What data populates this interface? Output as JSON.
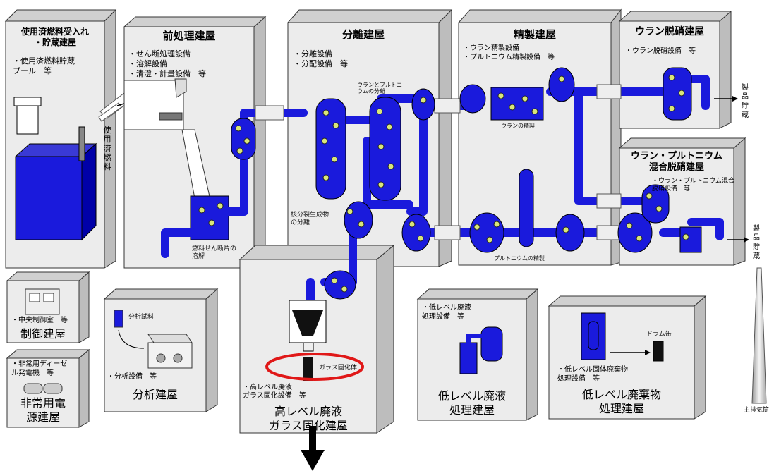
{
  "buildings": {
    "receiving": {
      "title": "使用済燃料受入れ\n・貯蔵建屋",
      "items": "・使用済燃料貯蔵\n  プール　等"
    },
    "headend": {
      "title": "前処理建屋",
      "items": "・せん断処理設備\n・溶解設備\n・清澄・計量設備　等"
    },
    "separation": {
      "title": "分離建屋",
      "items": "・分離設備\n・分配設備　等"
    },
    "purification": {
      "title": "精製建屋",
      "items": "・ウラン精製設備\n・プルトニウム精製設備　等"
    },
    "uranium_denitration": {
      "title": "ウラン脱硝建屋",
      "items": "・ウラン脱硝設備　等"
    },
    "mox_denitration": {
      "title": "ウラン・プルトニウム\n混合脱硝建屋",
      "items": "・ウラン・プルトニウム混合\n  脱硝設備　等"
    },
    "control": {
      "title": "制御建屋",
      "items": "・中央制御室　等"
    },
    "emergency_power": {
      "title": "非常用電\n源建屋",
      "items": "・非常用ディーゼ\n  ル発電機　等"
    },
    "analysis": {
      "title": "分析建屋",
      "items": "・分析設備　等",
      "sample": "分析試料"
    },
    "hlw_vitrification": {
      "title": "高レベル廃液\nガラス固化建屋",
      "items": "・高レベル廃液\n  ガラス固化設備　等"
    },
    "llw_liquid": {
      "title": "低レベル廃液\n処理建屋",
      "items": "・低レベル廃液\n  処理設備　等"
    },
    "llw_waste": {
      "title": "低レベル廃棄物\n処理建屋",
      "items": "・低レベル固体廃棄物\n  処理設備　等",
      "drum": "ドラム缶"
    }
  },
  "flow_labels": {
    "spent_fuel": "使\n用\n済\n燃\n料",
    "hull_dissolution": "燃料せん断片の\n溶解",
    "u_pu_separation": "ウランとプルトニ\nウムの分離",
    "fp_separation": "核分裂生成物\nの分離",
    "uranium_purification": "ウランの精製",
    "plutonium_purification": "プルトニウムの精製",
    "glass_canister": "ガラス固化体",
    "product_storage_1": "製\n品\n貯\n蔵",
    "product_storage_2": "製\n品\n貯\n蔵",
    "stack": "主排気筒"
  },
  "colors": {
    "process_blue": "#1a1adc",
    "building_gray": "#e6e6e6",
    "highlight_red": "#e01818",
    "particle_yellow": "#d9e67a"
  }
}
